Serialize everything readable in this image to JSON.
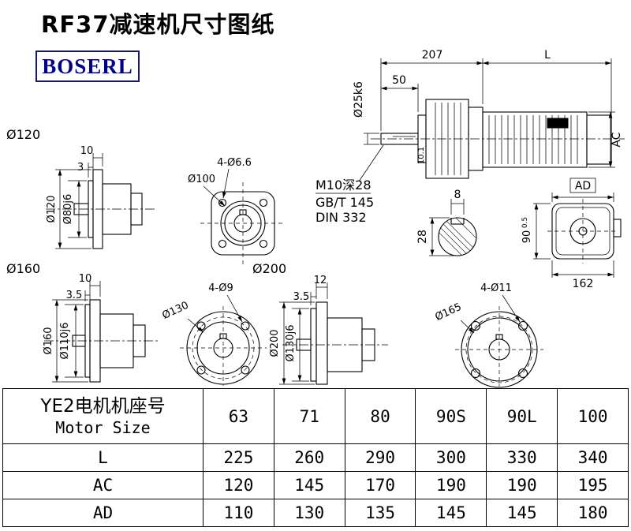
{
  "title": "RF37减速机尺寸图纸",
  "logo": "BOSERL",
  "drawing": {
    "main_view": {
      "overall_length": "207",
      "motor_length": "L",
      "shaft_length": "50",
      "shaft_diameter": "Ø25k6",
      "keyway_note": "10.1",
      "motor_height": "AC",
      "tap_hole": "M10深28",
      "tap_standard": "GB/T 145",
      "tap_standard2": "DIN 332"
    },
    "key_section": {
      "key_width": "8",
      "key_height": "28"
    },
    "motor_end_view": {
      "width_label": "AD",
      "height": "90",
      "height_tolerance": "0.5",
      "base_width": "162"
    },
    "flange_120": {
      "view_label": "Ø120",
      "flange_thickness": "10",
      "spigot_depth": "3",
      "flange_diameter": "Ø120",
      "spigot_diameter": "Ø80j6"
    },
    "flange_100": {
      "bolt_holes": "4-Ø6.6",
      "diameter": "Ø100"
    },
    "flange_160": {
      "view_label": "Ø160",
      "flange_thickness": "10",
      "spigot_depth": "3.5",
      "flange_diameter": "Ø160",
      "spigot_diameter": "Ø110j6"
    },
    "flange_130": {
      "diameter": "Ø130",
      "bolt_holes": "4-Ø9"
    },
    "flange_200": {
      "view_label": "Ø200",
      "flange_thickness": "12",
      "spigot_depth": "3.5",
      "flange_diameter": "Ø200",
      "spigot_diameter": "Ø130j6"
    },
    "flange_165": {
      "diameter": "Ø165",
      "bolt_holes": "4-Ø11"
    }
  },
  "table": {
    "header_cn": "YE2电机机座号",
    "header_en": "Motor Size",
    "motor_sizes": [
      "63",
      "71",
      "80",
      "90S",
      "90L",
      "100"
    ],
    "rows": [
      {
        "label": "L",
        "values": [
          "225",
          "260",
          "290",
          "300",
          "330",
          "340"
        ]
      },
      {
        "label": "AC",
        "values": [
          "120",
          "145",
          "170",
          "190",
          "190",
          "195"
        ]
      },
      {
        "label": "AD",
        "values": [
          "110",
          "130",
          "135",
          "145",
          "145",
          "180"
        ]
      }
    ]
  }
}
